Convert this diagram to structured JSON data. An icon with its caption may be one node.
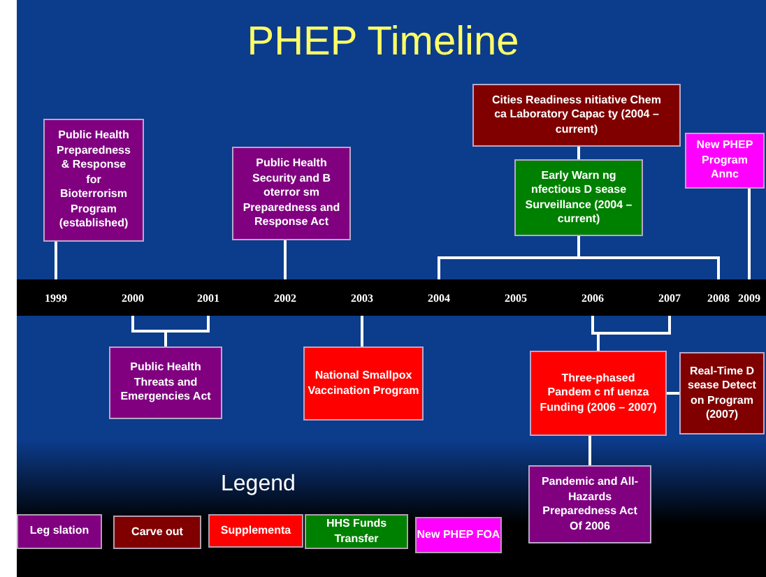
{
  "diagram": {
    "title": "PHEP Timeline",
    "nodes": [
      {
        "text": [
          "Public Health Preparedness & Response for Bioterrorism Program (established)"
        ]
      },
      {
        "text": [
          "Public Health Security and B oterror sm Preparedness and Response Act"
        ]
      },
      {
        "text": [
          "Cities Readiness nitiative Chem ca Laboratory Capac ty (2004 – current)"
        ]
      },
      {
        "text": [
          "Early Warn ng nfectious D sease Surveillance (2004 – current)"
        ]
      },
      {
        "text": [
          "New PHEP Program Annc"
        ]
      },
      {
        "text": [
          "1999"
        ]
      },
      {
        "text": [
          "2000"
        ]
      },
      {
        "text": [
          "2001"
        ]
      },
      {
        "text": [
          "2002"
        ]
      },
      {
        "text": [
          "2003"
        ]
      },
      {
        "text": [
          "2004"
        ]
      },
      {
        "text": [
          "2005"
        ]
      },
      {
        "text": [
          "2006"
        ]
      },
      {
        "text": [
          "2007"
        ]
      },
      {
        "text": [
          "2008"
        ]
      },
      {
        "text": [
          "2009"
        ]
      },
      {
        "text": [
          "Public Health Threats and Emergencies Act"
        ]
      },
      {
        "text": [
          "National Smallpox Vaccination Program"
        ]
      },
      {
        "text": [
          "Three-phased Pandem c nf uenza Funding (2006 – 2007)"
        ]
      },
      {
        "text": [
          "Real-Time D sease Detect on Program (2007)"
        ]
      },
      {
        "text": [
          "Pandemic and All-Hazards Preparedness Act Of 2006"
        ]
      }
    ],
    "edges": [
      {
        "from": 0,
        "to": 5,
        "arrow": "none"
      },
      {
        "from": 1,
        "to": 8,
        "arrow": "none"
      },
      {
        "from": 2,
        "to": 3,
        "arrow": "none"
      },
      {
        "from": 3,
        "to": 10,
        "arrow": "none"
      },
      {
        "from": 3,
        "to": 14,
        "arrow": "none"
      },
      {
        "from": 4,
        "to": 15,
        "arrow": "none"
      },
      {
        "from": 16,
        "to": 6,
        "arrow": "none"
      },
      {
        "from": 16,
        "to": 7,
        "arrow": "none"
      },
      {
        "from": 17,
        "to": 9,
        "arrow": "none"
      },
      {
        "from": 18,
        "to": 12,
        "arrow": "none"
      },
      {
        "from": 18,
        "to": 13,
        "arrow": "none"
      },
      {
        "from": 18,
        "to": 20,
        "arrow": "none"
      },
      {
        "from": 18,
        "to": 19,
        "arrow": "none"
      }
    ],
    "labels": [
      "Legend"
    ],
    "legend": [
      {
        "text": "Leg slation",
        "color": "#800080"
      },
      {
        "text": "Carve out",
        "color": "#800000"
      },
      {
        "text": "Supplementa",
        "color": "#ff0000"
      },
      {
        "text": "HHS Funds Transfer",
        "color": "#008000"
      },
      {
        "text": "New PHEP FOA",
        "color": "#ff00ff"
      }
    ]
  }
}
